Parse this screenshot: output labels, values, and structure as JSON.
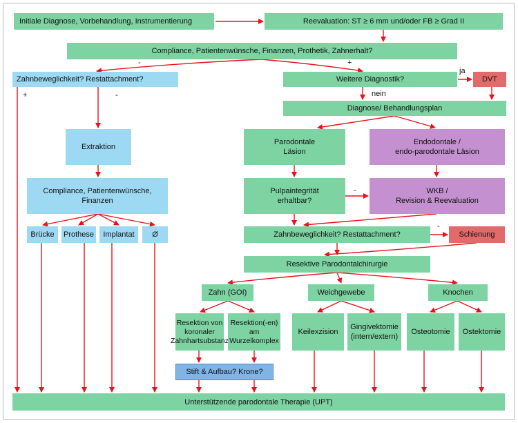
{
  "boxes": {
    "initial": "Initiale Diagnose, Vorbehandlung, Instrumentierung",
    "reevaluation": "Reevaluation: ST ≥ 6 mm und/oder FB ≥ Grad II",
    "compliance_top": "Compliance, Patientenwünsche, Finanzen, Prothetik, Zahnerhalt?",
    "tooth_mobility_left": "Zahnbeweglichkeit?  Restattachment?",
    "further_diag": "Weitere Diagnostik?",
    "dvt": "DVT",
    "diag_plan": "Diagnose/ Behandlungsplan",
    "extraction": "Extraktion",
    "paro_lesion": "Parodontale\nLäsion",
    "endo_lesion": "Endodontale /\nendo-parodontale Läsion",
    "compliance_left": "Compliance, Patientenwünsche,\nFinanzen",
    "pulp": "Pulpaintegrität\nerhaltbar?",
    "wkb": "WKB /\nRevision & Reevaluation",
    "bridge": "Brücke",
    "prosthesis": "Prothese",
    "implant": "Implantat",
    "none": "Ø",
    "tooth_mobility_right": "Zahnbeweglichkeit? Restattachment?",
    "splinting": "Schienung",
    "resective": "Resektive Parodontalchirurgie",
    "tooth": "Zahn (GOI)",
    "soft_tissue": "Weichgewebe",
    "bone": "Knochen",
    "coronal_resection": "Resektion von\nkoronaler\nZahnhartsubstanz",
    "root_resection": "Resektion(-en)\nam\nWurzelkomplex",
    "wedge": "Keilexzision",
    "gingivectomy": "Gingivektomie\n(intern/extern)",
    "osteotomy": "Osteotomie",
    "ostectomy": "Ostektomie",
    "post_crown": "Stift & Aufbau? Krone?",
    "upt": "Unterstützende parodontale Therapie (UPT)"
  },
  "labels": {
    "minus_top": "-",
    "plus_top": "+",
    "ja": "ja",
    "nein": "nein",
    "plus_left": "+",
    "minus_left": "-",
    "minus_pulp": "-",
    "minus_splint": "-"
  },
  "colors": {
    "green": "#7dd3a2",
    "blue": "#9dd9f3",
    "purple": "#c490cf",
    "red_box": "#e36a6a",
    "steel_blue": "#80b4e6",
    "arrow": "#e8121c"
  }
}
